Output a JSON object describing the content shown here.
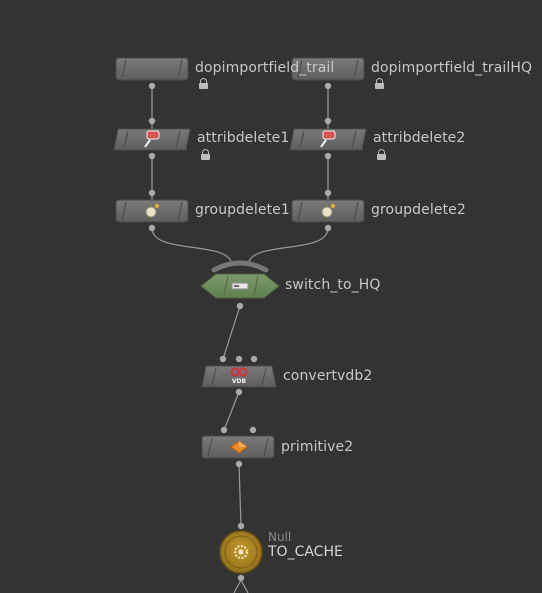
{
  "nodes": {
    "trail": {
      "name": "dopimportfield_trail"
    },
    "trailhq": {
      "name": "dopimportfield_trailHQ"
    },
    "attribdelete1": {
      "name": "attribdelete1"
    },
    "attribdelete2": {
      "name": "attribdelete2"
    },
    "groupdelete1": {
      "name": "groupdelete1"
    },
    "groupdelete2": {
      "name": "groupdelete2"
    },
    "switch": {
      "name": "switch_to_HQ"
    },
    "convertvdb": {
      "name": "convertvdb2",
      "badge": "VDB"
    },
    "primitive": {
      "name": "primitive2"
    },
    "null": {
      "type": "Null",
      "name": "TO_CACHE"
    }
  },
  "colors": {
    "background": "#333333",
    "node_gray": "#6b6b6b",
    "switch_green": "#6f8f5e",
    "null_gold": "#a88420"
  },
  "icons": {
    "attribdelete": "attrib-eraser-icon",
    "groupdelete": "group-bomb-icon",
    "convertvdb": "vdb-icon",
    "primitive": "primitive-diamond-icon",
    "null": "null-gear-icon",
    "switch": "switch-icon",
    "lock": "lock-icon"
  }
}
